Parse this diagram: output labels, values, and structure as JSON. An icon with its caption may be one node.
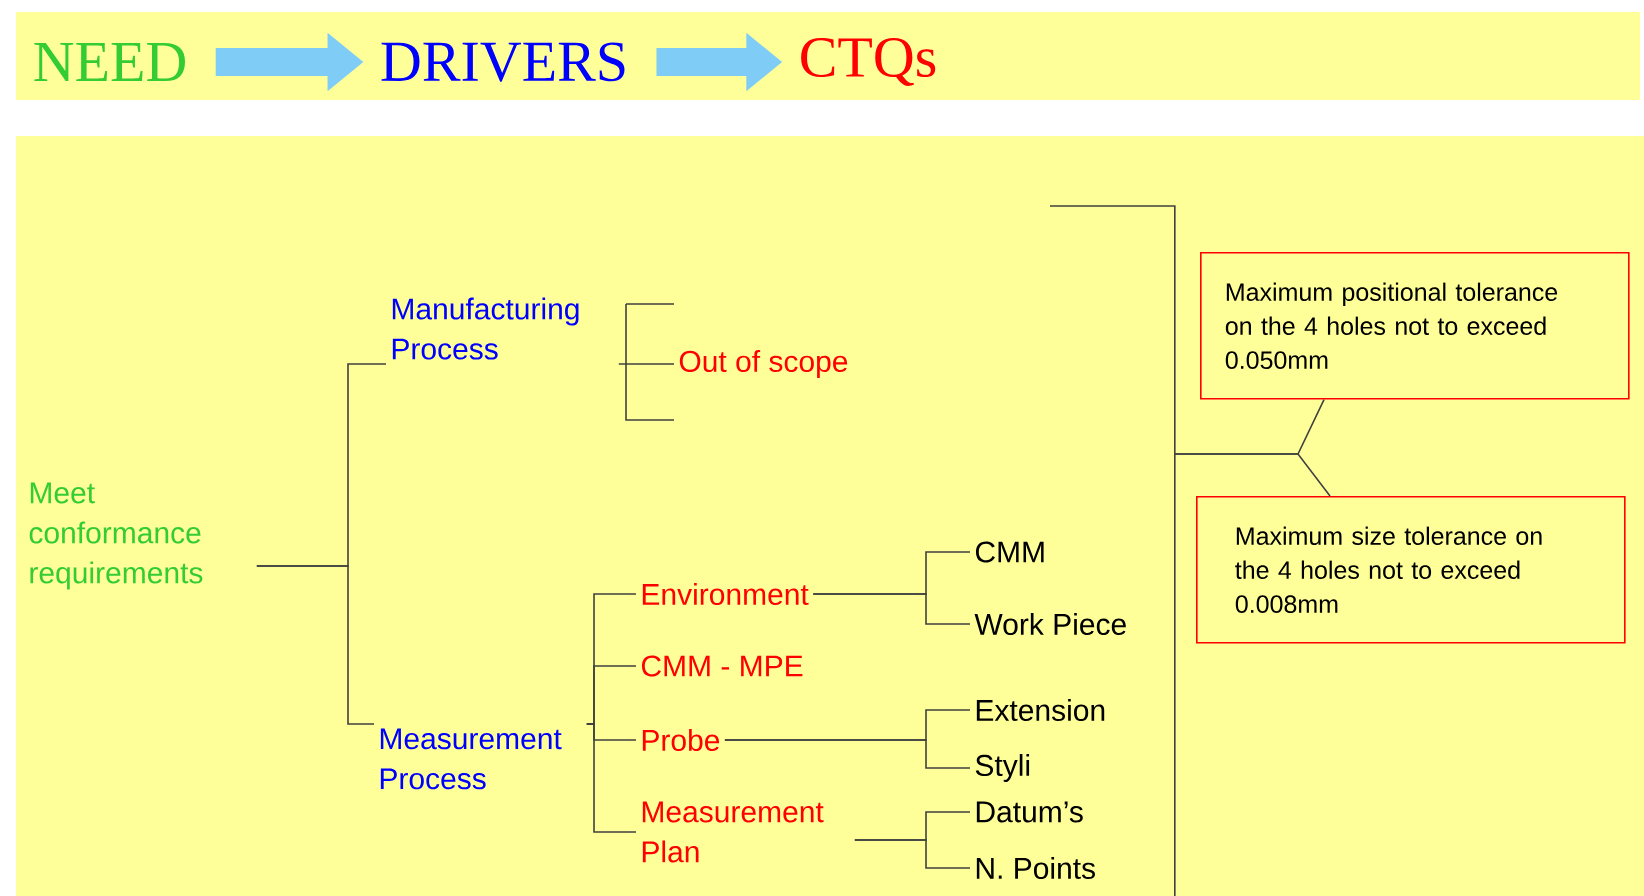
{
  "diagram": {
    "nodes": [
      {
        "text": [
          "NEED"
        ]
      },
      {
        "text": [
          "DRIVERS"
        ]
      },
      {
        "text": [
          "CTQs"
        ]
      },
      {
        "text": [
          "Meet conformance requirements"
        ]
      },
      {
        "text": [
          "Manufacturing Process"
        ]
      },
      {
        "text": [
          "Out of scope"
        ]
      },
      {
        "text": [
          "Measurement Process"
        ]
      },
      {
        "text": [
          "Environment"
        ]
      },
      {
        "text": [
          "CMM - MPE"
        ]
      },
      {
        "text": [
          "Probe"
        ]
      },
      {
        "text": [
          "Measurement Plan"
        ]
      },
      {
        "text": [
          "CMM"
        ]
      },
      {
        "text": [
          "Work Piece"
        ]
      },
      {
        "text": [
          "Extension"
        ]
      },
      {
        "text": [
          "Styli"
        ]
      },
      {
        "text": [
          "Datum’s"
        ]
      },
      {
        "text": [
          "N. Points"
        ]
      },
      {
        "text": [
          "Maximum positional tolerance on the 4 holes not to exceed 0.050mm"
        ]
      },
      {
        "text": [
          "Maximum size tolerance on the 4 holes not to exceed 0.008mm"
        ]
      },
      {
        "text": [],
        "shape": "bracket"
      }
    ],
    "edges": [
      {
        "from": 0,
        "to": 1,
        "arrow": "to",
        "style": "thick",
        "color": "#7fcdf7"
      },
      {
        "from": 1,
        "to": 2,
        "arrow": "to",
        "style": "thick",
        "color": "#7fcdf7"
      },
      {
        "from": 3,
        "to": 4,
        "arrow": "none"
      },
      {
        "from": 3,
        "to": 6,
        "arrow": "none"
      },
      {
        "from": 4,
        "to": 5,
        "arrow": "none"
      },
      {
        "from": 6,
        "to": 7,
        "arrow": "none"
      },
      {
        "from": 6,
        "to": 8,
        "arrow": "none"
      },
      {
        "from": 6,
        "to": 9,
        "arrow": "none"
      },
      {
        "from": 6,
        "to": 10,
        "arrow": "none"
      },
      {
        "from": 7,
        "to": 11,
        "arrow": "none"
      },
      {
        "from": 7,
        "to": 12,
        "arrow": "none"
      },
      {
        "from": 9,
        "to": 13,
        "arrow": "none"
      },
      {
        "from": 9,
        "to": 14,
        "arrow": "none"
      },
      {
        "from": 10,
        "to": 15,
        "arrow": "none"
      },
      {
        "from": 10,
        "to": 16,
        "arrow": "none"
      },
      {
        "from": 19,
        "to": 17,
        "arrow": "none"
      },
      {
        "from": 19,
        "to": 18,
        "arrow": "none"
      }
    ]
  }
}
